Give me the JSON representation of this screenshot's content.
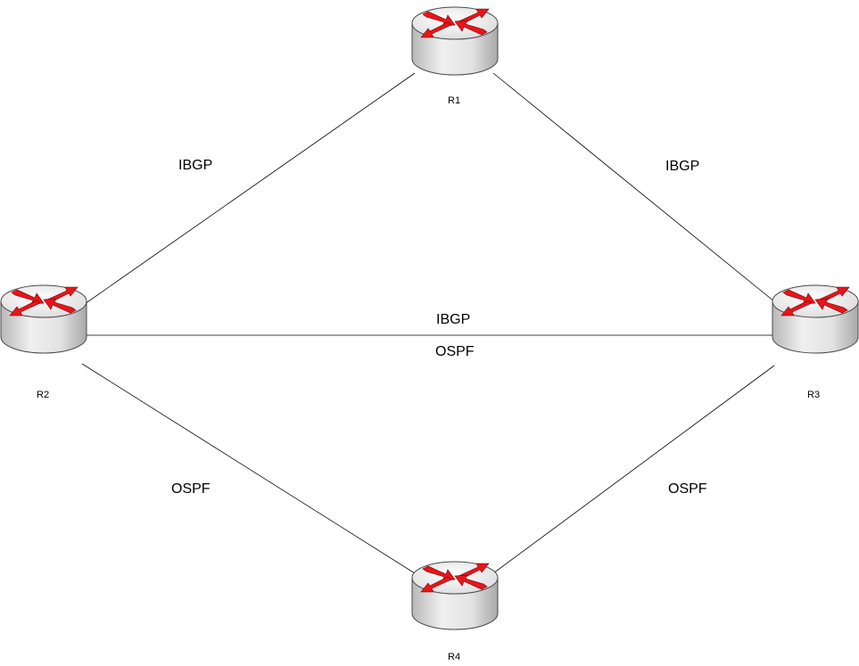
{
  "colors": {
    "arrow": "#e8141b",
    "router_body": "#dcdcdc",
    "router_top": "#f2f2f2",
    "line": "#000000"
  },
  "routers": {
    "r1": {
      "label": "R1",
      "icon": "router-icon"
    },
    "r2": {
      "label": "R2",
      "icon": "router-icon"
    },
    "r3": {
      "label": "R3",
      "icon": "router-icon"
    },
    "r4": {
      "label": "R4",
      "icon": "router-icon"
    }
  },
  "links": {
    "r1_r2": {
      "labels": [
        "IBGP"
      ]
    },
    "r1_r3": {
      "labels": [
        "IBGP"
      ]
    },
    "r2_r3": {
      "labels": [
        "IBGP",
        "OSPF"
      ]
    },
    "r2_r4": {
      "labels": [
        "OSPF"
      ]
    },
    "r3_r4": {
      "labels": [
        "OSPF"
      ]
    }
  }
}
